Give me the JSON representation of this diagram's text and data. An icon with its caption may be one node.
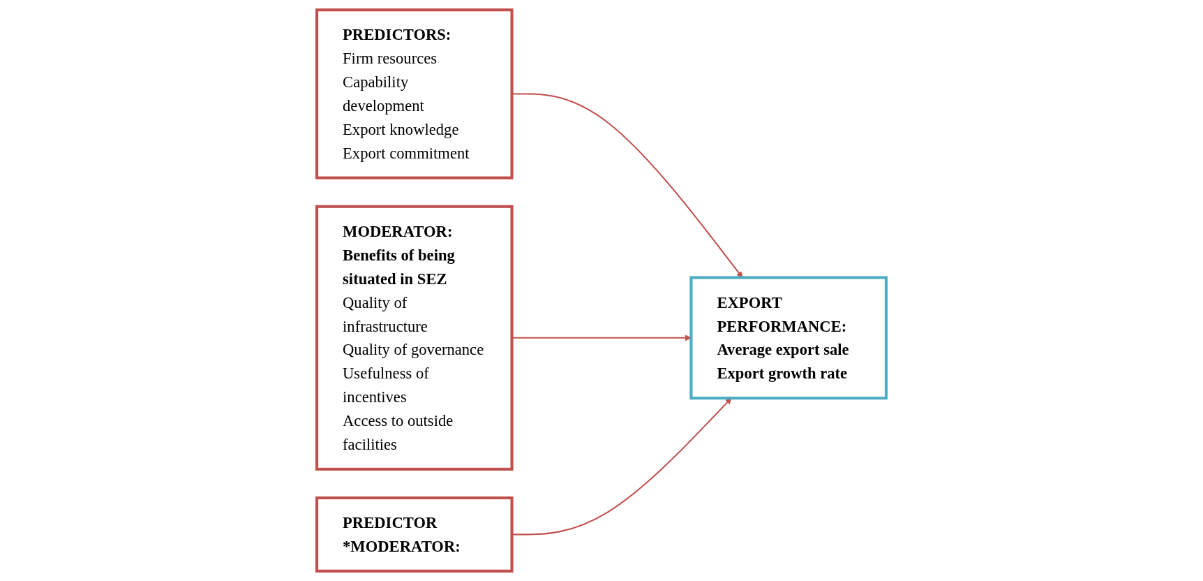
{
  "diagram": {
    "nodes": [
      {
        "text": [
          "PREDICTORS:",
          "Firm resources",
          "Capability development",
          "Export knowledge",
          "Export commitment"
        ]
      },
      {
        "text": [
          "MODERATOR:",
          "Benefits of being situated in SEZ",
          "Quality of infrastructure",
          "Quality of governance",
          "Usefulness of incentives",
          "Access to outside facilities"
        ]
      },
      {
        "text": [
          "PREDICTOR *MODERATOR:"
        ]
      },
      {
        "text": [
          "EXPORT PERFORMANCE:",
          "Average export sale",
          "Export growth rate"
        ]
      }
    ],
    "edges": [
      {
        "from": 0,
        "to": 3,
        "arrow": "to"
      },
      {
        "from": 1,
        "to": 3,
        "arrow": "to"
      },
      {
        "from": 2,
        "to": 3,
        "arrow": "to"
      }
    ]
  }
}
